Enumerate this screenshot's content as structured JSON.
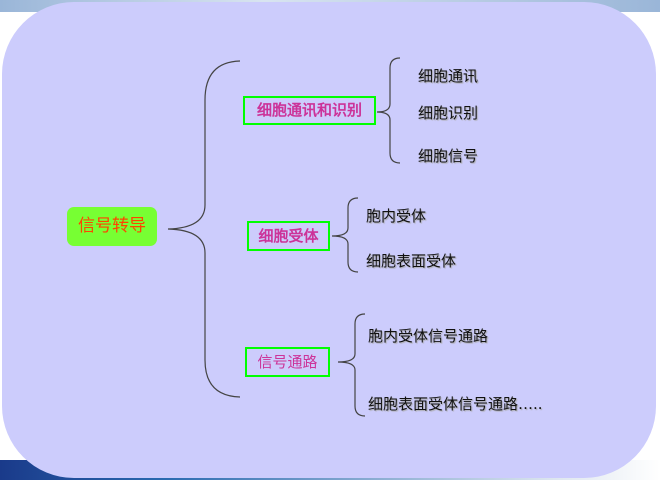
{
  "root": {
    "label": "信号转导"
  },
  "categories": [
    {
      "label": "细胞通讯和识别",
      "children": [
        "细胞通讯",
        "细胞识别",
        "细胞信号"
      ]
    },
    {
      "label": "细胞受体",
      "children": [
        "胞内受体",
        "细胞表面受体"
      ]
    },
    {
      "label": "信号通路",
      "children": [
        "胞内受体信号通路",
        "细胞表面受体信号通路….."
      ]
    }
  ],
  "colors": {
    "panel": "#ccccfc",
    "root_fill": "#77ff33",
    "root_text": "#ff4400",
    "category_border": "#00ff00",
    "category_text": "#cc3399"
  }
}
